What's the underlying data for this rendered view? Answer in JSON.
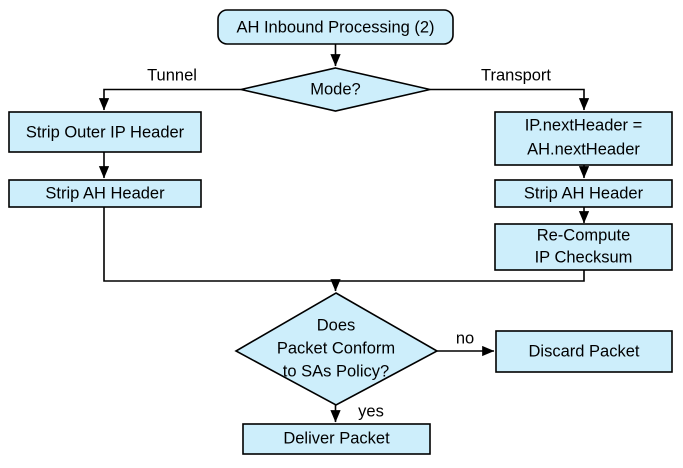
{
  "diagram": {
    "title": "AH Inbound Processing (2)",
    "background_color": "#ffffff",
    "node_fill_color": "#cdeefb",
    "node_stroke_color": "#000000",
    "nodes": {
      "start": {
        "label": "AH Inbound Processing (2)",
        "shape": "rounded-rectangle"
      },
      "mode_decision": {
        "label": "Mode?",
        "shape": "diamond"
      },
      "strip_outer_ip_header": {
        "label": "Strip Outer IP Header",
        "shape": "rectangle"
      },
      "strip_ah_header_tunnel": {
        "label": "Strip AH Header",
        "shape": "rectangle"
      },
      "ip_next_header_line1": "IP.nextHeader =",
      "ip_next_header_line2": "AH.nextHeader",
      "strip_ah_header_transport": {
        "label": "Strip AH Header",
        "shape": "rectangle"
      },
      "recompute_line1": "Re-Compute",
      "recompute_line2": "IP Checksum",
      "conform_line1": "Does",
      "conform_line2": "Packet Conform",
      "conform_line3": "to SAs Policy?",
      "discard_packet": {
        "label": "Discard Packet",
        "shape": "rectangle"
      },
      "deliver_packet": {
        "label": "Deliver Packet",
        "shape": "rectangle"
      }
    },
    "edge_labels": {
      "tunnel": "Tunnel",
      "transport": "Transport",
      "no": "no",
      "yes": "yes"
    }
  }
}
